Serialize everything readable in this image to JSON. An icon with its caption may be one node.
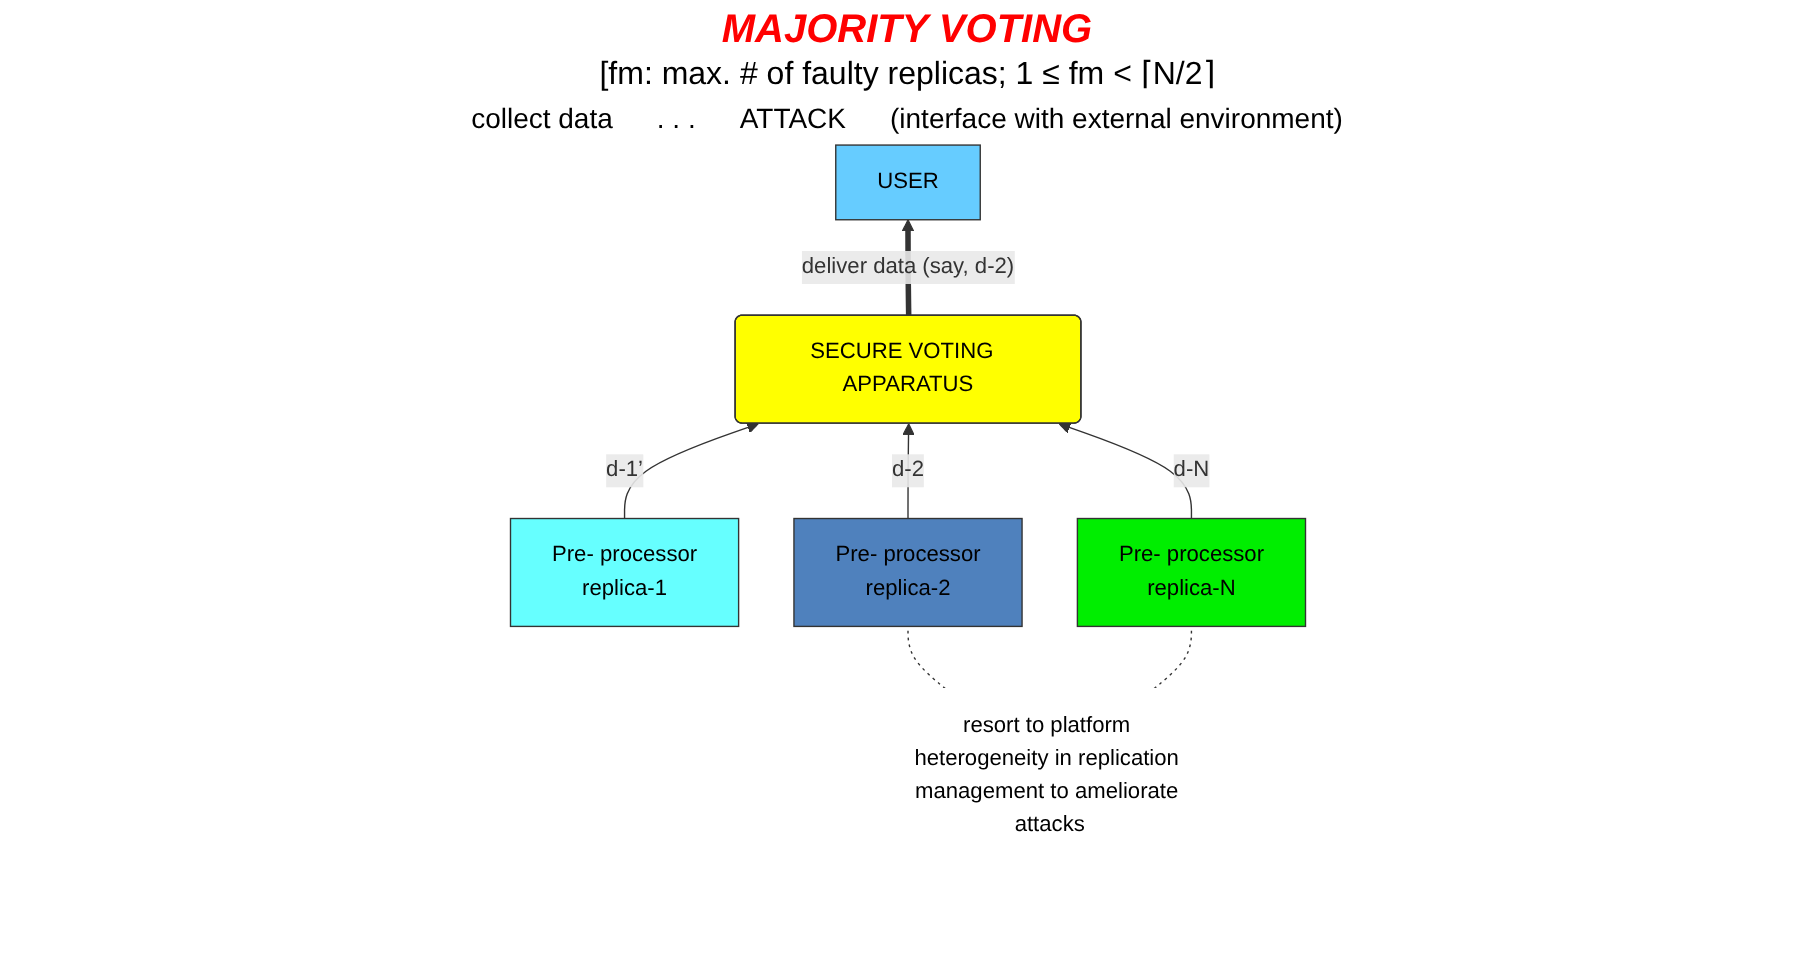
{
  "diagram": {
    "title": "MAJORITY VOTING",
    "nodes": [
      {
        "text": [
          "USER"
        ]
      },
      {
        "text": [
          "SECURE VOTING  APPARATUS"
        ]
      },
      {
        "text": [
          "Pre- processor",
          "replica-1"
        ]
      },
      {
        "text": [
          "Pre- processor",
          "replica-2"
        ]
      },
      {
        "text": [
          "Pre- processor",
          "replica-N"
        ]
      },
      {
        "text": [
          "resort to platform heterogeneity in replication management to ameliorate attacks"
        ]
      }
    ],
    "edges": [
      {
        "from": 1,
        "to": 0,
        "arrow": "to",
        "label": "deliver data (say, d-2)",
        "style": "thick"
      },
      {
        "from": 2,
        "to": 1,
        "arrow": "to",
        "label": "d-1’"
      },
      {
        "from": 3,
        "to": 1,
        "arrow": "to",
        "label": "d-2"
      },
      {
        "from": 4,
        "to": 1,
        "arrow": "to",
        "label": "d-N"
      },
      {
        "from": 5,
        "to": 3,
        "arrow": "none",
        "style": "dashed"
      },
      {
        "from": 5,
        "to": 4,
        "arrow": "none",
        "style": "dashed"
      }
    ],
    "labels": [
      "[fm:  max. # of faulty replicas;   1 ≤ fm < ⌈N/2⌉",
      "collect data",
      ". . .",
      "ATTACK",
      "(interface with external environment)"
    ]
  }
}
